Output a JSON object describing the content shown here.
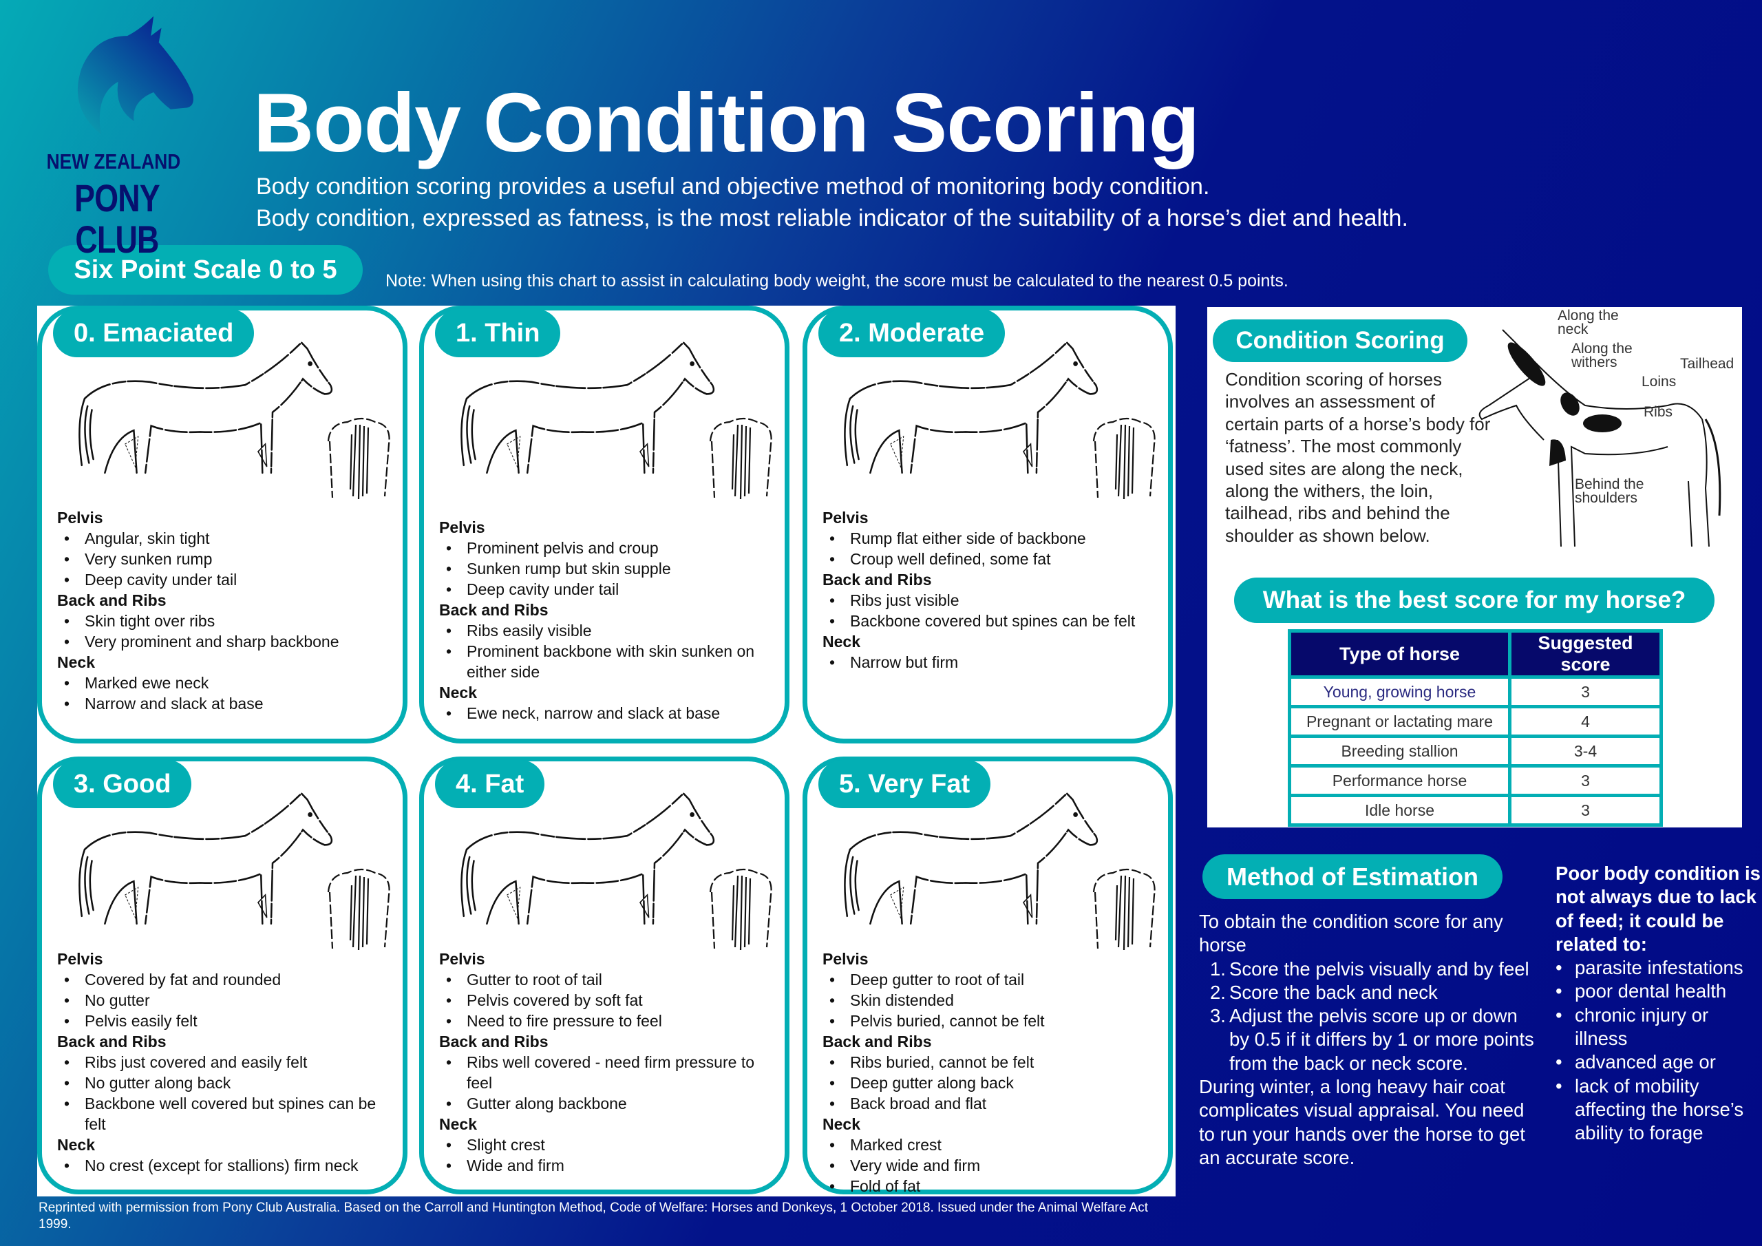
{
  "logo": {
    "line1": "NEW ZEALAND",
    "line2": "PONY CLUB"
  },
  "header": {
    "title": "Body Condition Scoring",
    "subtitle_1": "Body condition scoring provides a useful and objective method of monitoring body condition.",
    "subtitle_2": "Body condition, expressed as fatness, is the most reliable indicator of the suitability of a horse’s diet and health."
  },
  "scale_label": "Six Point Scale 0 to 5",
  "note": "Note: When using this chart to assist in calculating body weight, the score must be calculated to the nearest 0.5 points.",
  "cards": [
    {
      "title": "0. Emaciated",
      "sections": [
        {
          "heading": "Pelvis",
          "items": [
            "Angular, skin tight",
            "Very sunken rump",
            "Deep cavity under tail"
          ]
        },
        {
          "heading": "Back and Ribs",
          "items": [
            "Skin tight over ribs",
            "Very prominent and sharp backbone"
          ]
        },
        {
          "heading": "Neck",
          "items": [
            "Marked ewe neck",
            "Narrow and slack at base"
          ]
        }
      ]
    },
    {
      "title": "1. Thin",
      "sections": [
        {
          "heading": "Pelvis",
          "items": [
            "Prominent pelvis and croup",
            "Sunken rump but skin supple",
            "Deep cavity under tail"
          ]
        },
        {
          "heading": "Back and Ribs",
          "items": [
            "Ribs easily visible",
            "Prominent backbone with skin sunken on either side"
          ]
        },
        {
          "heading": "Neck",
          "items": [
            "Ewe neck, narrow and slack at base"
          ]
        }
      ]
    },
    {
      "title": "2. Moderate",
      "sections": [
        {
          "heading": "Pelvis",
          "items": [
            "Rump flat either side of backbone",
            "Croup well defined, some fat"
          ]
        },
        {
          "heading": "Back and Ribs",
          "items": [
            "Ribs just visible",
            "Backbone covered but spines can be felt"
          ]
        },
        {
          "heading": "Neck",
          "items": [
            "Narrow but firm"
          ]
        }
      ]
    },
    {
      "title": "3. Good",
      "sections": [
        {
          "heading": "Pelvis",
          "items": [
            "Covered by fat and rounded",
            "No gutter",
            "Pelvis easily felt"
          ]
        },
        {
          "heading": "Back and Ribs",
          "items": [
            "Ribs just covered and easily felt",
            "No gutter along back",
            "Backbone well covered but spines can be felt"
          ]
        },
        {
          "heading": "Neck",
          "items": [
            "No crest (except for stallions) firm neck"
          ]
        }
      ]
    },
    {
      "title": "4. Fat",
      "sections": [
        {
          "heading": "Pelvis",
          "items": [
            "Gutter to root of tail",
            "Pelvis covered by soft fat",
            "Need to fire pressure to feel"
          ]
        },
        {
          "heading": "Back and Ribs",
          "items": [
            "Ribs well covered - need firm pressure to feel",
            "Gutter along backbone"
          ]
        },
        {
          "heading": "Neck",
          "items": [
            "Slight crest",
            "Wide and firm"
          ]
        }
      ]
    },
    {
      "title": "5. Very Fat",
      "sections": [
        {
          "heading": "Pelvis",
          "items": [
            "Deep gutter to root of tail",
            "Skin distended",
            "Pelvis buried, cannot be felt"
          ]
        },
        {
          "heading": "Back and Ribs",
          "items": [
            "Ribs buried, cannot be felt",
            "Deep gutter along back",
            "Back broad and flat"
          ]
        },
        {
          "heading": "Neck",
          "items": [
            "Marked crest",
            "Very wide and firm",
            "Fold of fat"
          ]
        }
      ]
    }
  ],
  "condition_scoring": {
    "title": "Condition Scoring",
    "text": "Condition scoring of horses involves an assessment of certain parts of a horse’s body for ‘fatness’. The most commonly used sites are along the neck, along the withers, the loin, tailhead, ribs and behind the shoulder as shown below.",
    "labels": {
      "neck": "Along the neck",
      "withers": "Along the withers",
      "loins": "Loins",
      "tailhead": "Tailhead",
      "ribs": "Ribs",
      "shoulders": "Behind the shoulders"
    }
  },
  "best_score": {
    "title": "What is the best score for my horse?",
    "headers": [
      "Type of horse",
      "Suggested score"
    ],
    "rows": [
      [
        "Young, growing horse",
        "3"
      ],
      [
        "Pregnant or lactating mare",
        "4"
      ],
      [
        "Breeding stallion",
        "3-4"
      ],
      [
        "Performance horse",
        "3"
      ],
      [
        "Idle horse",
        "3"
      ]
    ]
  },
  "method": {
    "title": "Method of Estimation",
    "intro": "To obtain the condition score for any horse",
    "steps": [
      {
        "n": "1.",
        "text": "Score the pelvis visually and by feel"
      },
      {
        "n": "2.",
        "text": "Score the back and neck"
      },
      {
        "n": "3.",
        "text": "Adjust the pelvis score up or down by 0.5 if it differs by 1 or more points from the back or neck score."
      }
    ],
    "winter": "During winter, a long heavy hair coat complicates visual appraisal. You need to run your hands over the horse to get an accurate score."
  },
  "poor_condition": {
    "heading": "Poor body condition is not always due to lack of feed; it could be related to:",
    "items": [
      "parasite infestations",
      "poor dental health",
      "chronic injury or illness",
      "advanced age or",
      "lack of mobility affecting the horse’s ability to forage"
    ]
  },
  "footer": "Reprinted with permission from Pony Club Australia.  Based on the Carroll and Huntington Method, Code of Welfare: Horses and Donkeys, 1 October 2018.  Issued under the Animal Welfare Act 1999.",
  "colors": {
    "teal": "#03afb4",
    "navy": "#06096b"
  }
}
